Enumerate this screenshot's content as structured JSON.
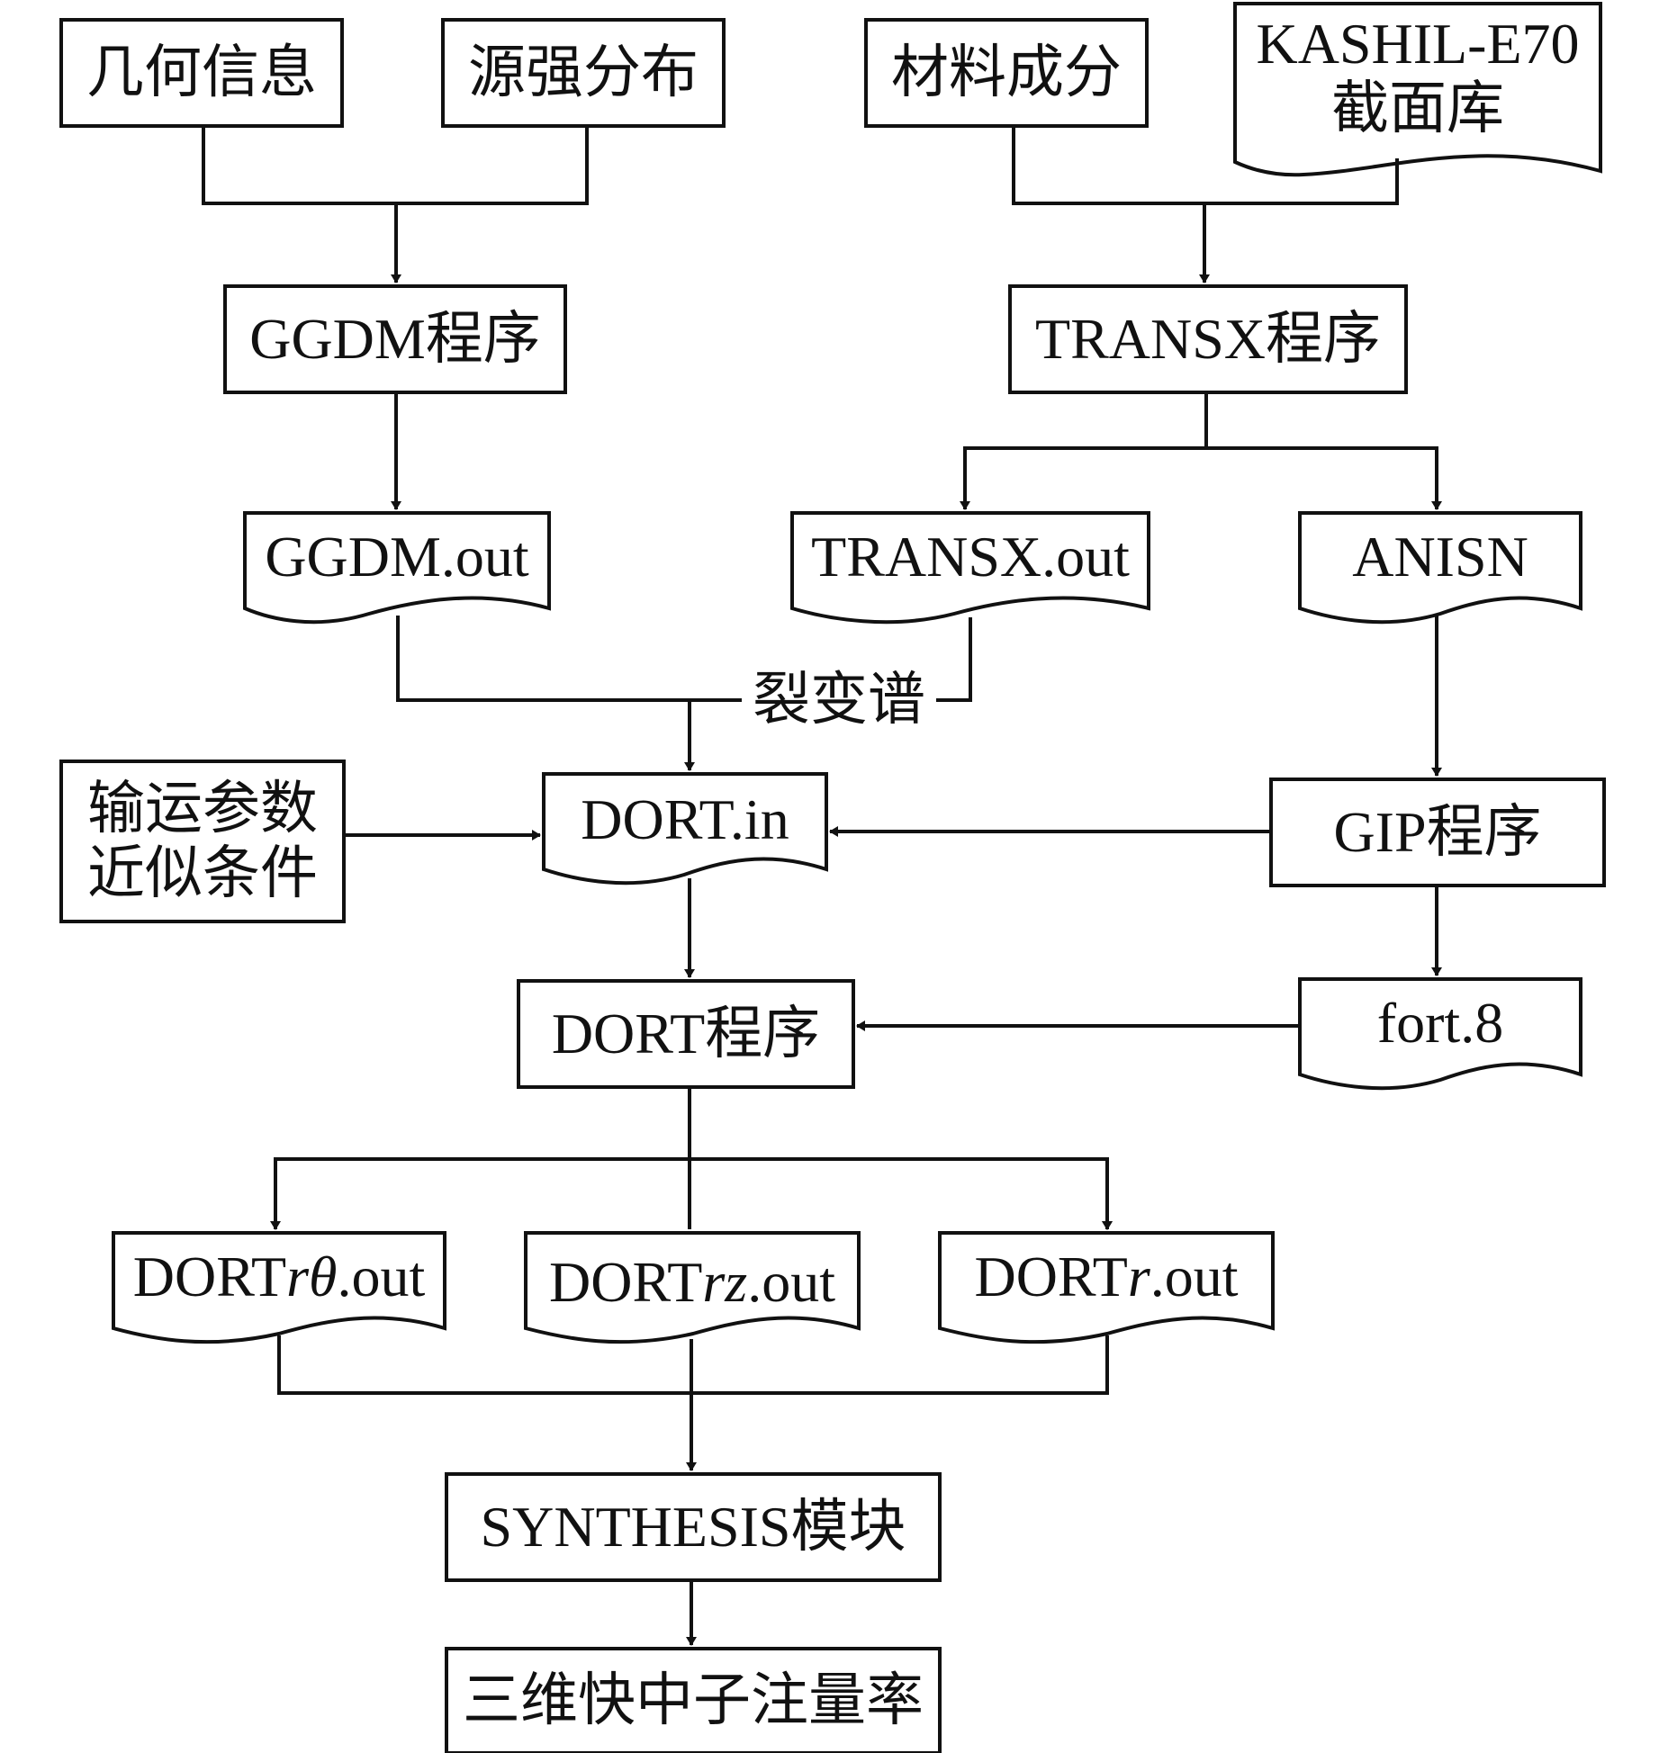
{
  "nodes": {
    "geometry_info": {
      "text": "几何信息"
    },
    "source_dist": {
      "text": "源强分布"
    },
    "material_comp": {
      "text": "材料成分"
    },
    "kashil_lib": {
      "line1": "KASHIL-E70",
      "line2": "截面库"
    },
    "ggdm_program": {
      "text": "GGDM程序"
    },
    "transx_program": {
      "text": "TRANSX程序"
    },
    "ggdm_out": {
      "text": "GGDM.out"
    },
    "transx_out": {
      "text": "TRANSX.out"
    },
    "anisn": {
      "text": "ANISN"
    },
    "transport_params": {
      "line1": "输运参数",
      "line2": "近似条件"
    },
    "dort_in": {
      "text": "DORT.in"
    },
    "gip_program": {
      "text": "GIP程序"
    },
    "dort_program": {
      "text": "DORT程序"
    },
    "fort8": {
      "text": "fort.8"
    },
    "dort_rtheta_out": {
      "prefix": "DORT",
      "italic": "rθ",
      "suffix": ".out"
    },
    "dort_rz_out": {
      "prefix": "DORT",
      "italic": "rz",
      "suffix": ".out"
    },
    "dort_r_out": {
      "prefix": "DORT",
      "italic": "r",
      "suffix": ".out"
    },
    "synthesis": {
      "text": "SYNTHESIS模块"
    },
    "fluence_3d": {
      "text": "三维快中子注量率"
    }
  },
  "edge_labels": {
    "fission_spectrum": "裂变谱"
  },
  "colors": {
    "stroke": "#111111",
    "background": "#ffffff"
  }
}
